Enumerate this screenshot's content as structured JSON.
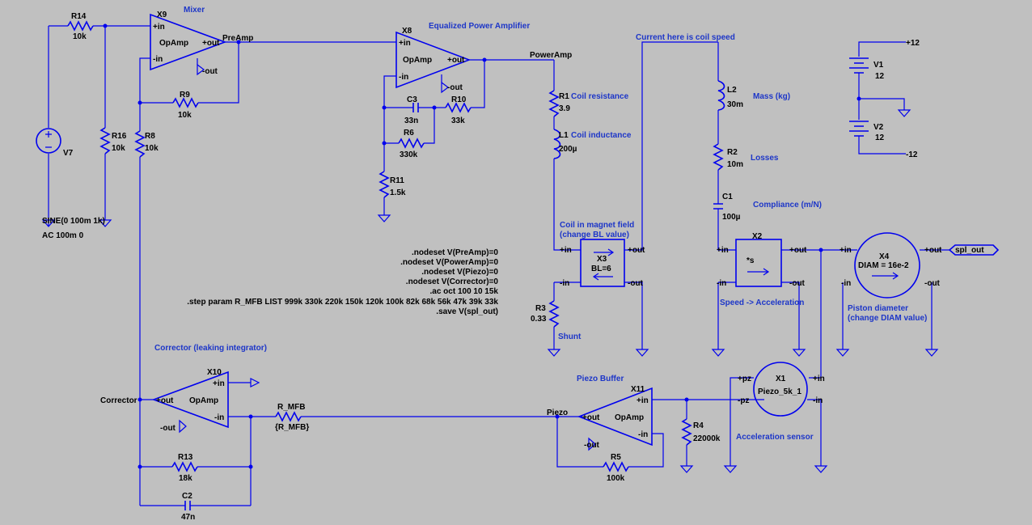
{
  "nodes": {
    "preamp": "PreAmp",
    "poweramp": "PowerAmp",
    "corrector": "Corrector",
    "piezo": "Piezo",
    "spl_out": "spl_out",
    "plus12": "+12",
    "minus12": "-12"
  },
  "components": {
    "r14": {
      "name": "R14",
      "value": "10k"
    },
    "r16": {
      "name": "R16",
      "value": "10k"
    },
    "r8": {
      "name": "R8",
      "value": "10k"
    },
    "r9": {
      "name": "R9",
      "value": "10k"
    },
    "x9": {
      "name": "X9",
      "type": "OpAmp"
    },
    "v7": {
      "name": "V7",
      "value": "SINE(0 100m 1k)",
      "ac": "AC 100m 0"
    },
    "x8": {
      "name": "X8",
      "type": "OpAmp"
    },
    "c3": {
      "name": "C3",
      "value": "33n"
    },
    "r10": {
      "name": "R10",
      "value": "33k"
    },
    "r6": {
      "name": "R6",
      "value": "330k"
    },
    "r11": {
      "name": "R11",
      "value": "1.5k"
    },
    "r1": {
      "name": "R1",
      "value": "3.9"
    },
    "l1": {
      "name": "L1",
      "value": "200µ"
    },
    "x3": {
      "name": "X3",
      "param": "BL=6"
    },
    "r3": {
      "name": "R3",
      "value": "0.33"
    },
    "l2": {
      "name": "L2",
      "value": "30m"
    },
    "r2": {
      "name": "R2",
      "value": "10m"
    },
    "c1": {
      "name": "C1",
      "value": "100µ"
    },
    "x2": {
      "name": "X2",
      "func": "*s"
    },
    "x4": {
      "name": "X4",
      "param": "DIAM = 16e-2"
    },
    "v1": {
      "name": "V1",
      "value": "12"
    },
    "v2": {
      "name": "V2",
      "value": "12"
    },
    "x10": {
      "name": "X10",
      "type": "OpAmp"
    },
    "r_mfb": {
      "name": "R_MFB",
      "value": "{R_MFB}"
    },
    "r13": {
      "name": "R13",
      "value": "18k"
    },
    "c2": {
      "name": "C2",
      "value": "47n"
    },
    "x11": {
      "name": "X11",
      "type": "OpAmp"
    },
    "r4": {
      "name": "R4",
      "value": "22000k"
    },
    "r5": {
      "name": "R5",
      "value": "100k"
    },
    "x1": {
      "name": "X1",
      "model": "Piezo_5k_1"
    }
  },
  "pins": {
    "in_plus": "+in",
    "in_minus": "-in",
    "out_plus": "+out",
    "out_minus": "-out",
    "pz_plus": "+pz",
    "pz_minus": "-pz"
  },
  "labels": {
    "mixer": "Mixer",
    "equalized": "Equalized Power Amplifier",
    "coil_speed": "Current here is coil speed",
    "coil_resistance": "Coil resistance",
    "coil_inductance": "Coil inductance",
    "mass": "Mass (kg)",
    "losses": "Losses",
    "compliance": "Compliance (m/N)",
    "coil_magnet_1": "Coil in magnet field",
    "coil_magnet_2": "(change BL value)",
    "shunt": "Shunt",
    "speed_accel": "Speed -> Acceleration",
    "piston_1": "Piston diameter",
    "piston_2": "(change DIAM value)",
    "corrector_title": "Corrector (leaking integrator)",
    "piezo_buffer": "Piezo Buffer",
    "accel_sensor": "Acceleration sensor"
  },
  "directives": [
    ".nodeset V(PreAmp)=0",
    ".nodeset V(PowerAmp)=0",
    ".nodeset V(Piezo)=0",
    ".nodeset V(Corrector)=0",
    ".ac oct 100 10 15k",
    ".step param R_MFB LIST 999k 330k 220k 150k 120k 100k 82k 68k 56k 47k 39k 33k",
    ".save V(spl_out)"
  ]
}
